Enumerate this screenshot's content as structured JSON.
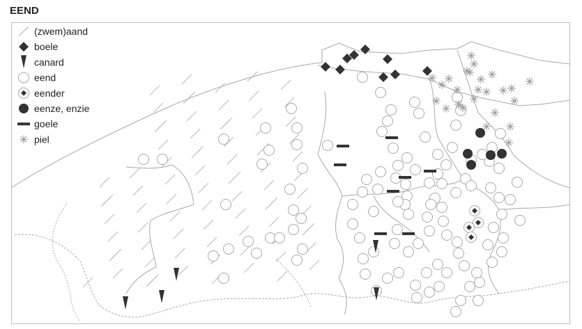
{
  "title": "EEND",
  "legend": [
    {
      "key": "zwemaand",
      "label": "(zwem)aand",
      "icon": "diagonal-hatch-icon"
    },
    {
      "key": "boele",
      "label": "boele",
      "icon": "diamond-icon"
    },
    {
      "key": "canard",
      "label": "canard",
      "icon": "triangle-down-icon"
    },
    {
      "key": "eend",
      "label": "eend",
      "icon": "open-circle-icon"
    },
    {
      "key": "eender",
      "label": "eender",
      "icon": "circle-diamond-icon"
    },
    {
      "key": "eenze",
      "label": "eenze, enzie",
      "icon": "filled-circle-icon"
    },
    {
      "key": "goele",
      "label": "goele",
      "icon": "bar-icon"
    },
    {
      "key": "piel",
      "label": "piel",
      "icon": "asterisk-icon"
    }
  ],
  "colors": {
    "symbol": "#333333",
    "border": "#a8a8a8",
    "hatch": "#b3b3b3",
    "frame": "#bdbdbd"
  }
}
